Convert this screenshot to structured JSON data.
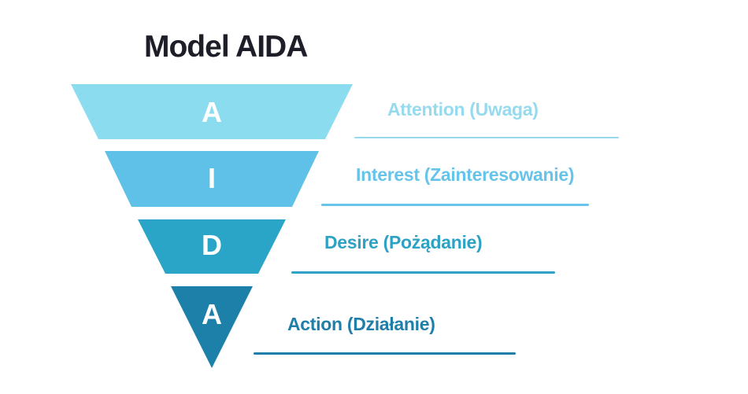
{
  "title": "Model AIDA",
  "title_color": "#1d1e28",
  "background_color": "#ffffff",
  "funnel": {
    "letter_color": "#ffffff",
    "segments": [
      {
        "letter": "A",
        "label": "Attention (Uwaga)",
        "color": "#8cdcf0",
        "label_color": "#96daee"
      },
      {
        "letter": "I",
        "label": "Interest (Zainteresowanie)",
        "color": "#5fc1e7",
        "label_color": "#66c3e9"
      },
      {
        "letter": "D",
        "label": "Desire (Pożądanie)",
        "color": "#2aa5c7",
        "label_color": "#2da2c4"
      },
      {
        "letter": "A",
        "label": "Action (Działanie)",
        "color": "#1c80a9",
        "label_color": "#1f7fa8"
      }
    ]
  }
}
